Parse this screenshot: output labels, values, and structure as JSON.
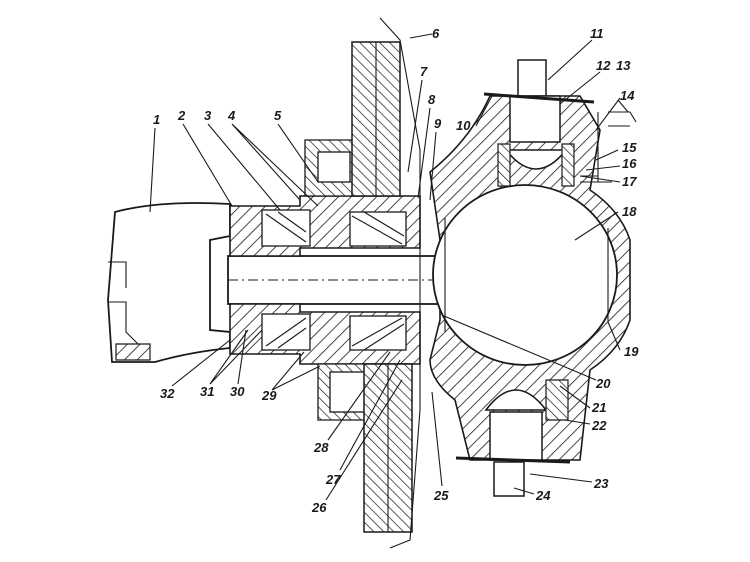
{
  "diagram": {
    "line_color": "#1a1a1a",
    "background": "#ffffff",
    "callouts": [
      {
        "id": "1",
        "text": "1"
      },
      {
        "id": "2",
        "text": "2"
      },
      {
        "id": "3",
        "text": "3"
      },
      {
        "id": "4",
        "text": "4"
      },
      {
        "id": "5",
        "text": "5"
      },
      {
        "id": "6",
        "text": "6"
      },
      {
        "id": "7",
        "text": "7"
      },
      {
        "id": "8",
        "text": "8"
      },
      {
        "id": "9",
        "text": "9"
      },
      {
        "id": "10",
        "text": "10"
      },
      {
        "id": "11",
        "text": "11"
      },
      {
        "id": "12",
        "text": "12"
      },
      {
        "id": "13",
        "text": "13"
      },
      {
        "id": "14",
        "text": "14"
      },
      {
        "id": "15",
        "text": "15"
      },
      {
        "id": "16",
        "text": "16"
      },
      {
        "id": "17",
        "text": "17"
      },
      {
        "id": "18",
        "text": "18"
      },
      {
        "id": "19",
        "text": "19"
      },
      {
        "id": "20",
        "text": "20"
      },
      {
        "id": "21",
        "text": "21"
      },
      {
        "id": "22",
        "text": "22"
      },
      {
        "id": "23",
        "text": "23"
      },
      {
        "id": "24",
        "text": "24"
      },
      {
        "id": "25",
        "text": "25"
      },
      {
        "id": "26",
        "text": "26"
      },
      {
        "id": "27",
        "text": "27"
      },
      {
        "id": "28",
        "text": "28"
      },
      {
        "id": "29",
        "text": "29"
      },
      {
        "id": "30",
        "text": "30"
      },
      {
        "id": "31",
        "text": "31"
      },
      {
        "id": "32",
        "text": "32"
      }
    ]
  }
}
